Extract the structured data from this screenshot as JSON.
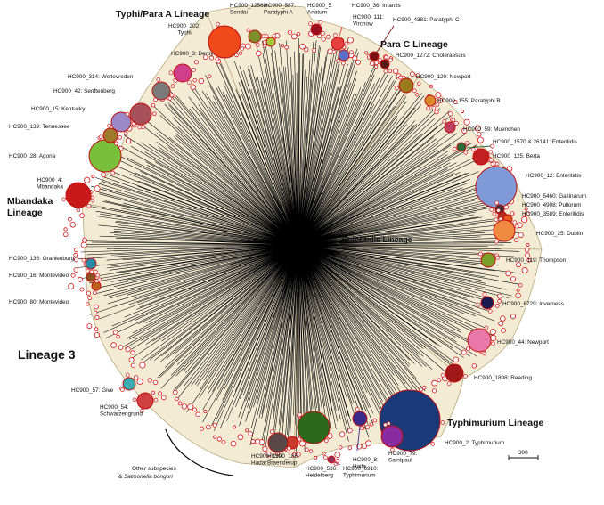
{
  "figure": {
    "scale_bar_label": "300",
    "outgroup_line1": "Other subspecies",
    "outgroup_line2_prefix": "& ",
    "outgroup_line2_italic": "Salmonella bongori"
  },
  "lineages": [
    {
      "id": "typhi",
      "label": "Typhi/Para A Lineage"
    },
    {
      "id": "parac",
      "label": "Para C Lineage"
    },
    {
      "id": "mbandaka1",
      "label": "Mbandaka"
    },
    {
      "id": "mbandaka2",
      "label": "Lineage"
    },
    {
      "id": "enteritidis",
      "label": "Enteritidis Lineage"
    },
    {
      "id": "lineage3",
      "label": "Lineage 3"
    },
    {
      "id": "typhimurium",
      "label": "Typhimurium Lineage"
    }
  ],
  "clusters": [
    {
      "id": "typhi",
      "lines": [
        "HC900_202:",
        "Typhi"
      ],
      "color": "#f04a1b"
    },
    {
      "id": "sendai",
      "lines": [
        "HC900_12563:",
        "Sendai"
      ],
      "color": "#7c8f2a"
    },
    {
      "id": "paratyphiA",
      "lines": [
        "HC900_587:",
        "Paratyphi A"
      ],
      "color": "#a8c63a"
    },
    {
      "id": "anatum",
      "lines": [
        "HC900_5:",
        "Anatum"
      ],
      "color": "#9a1020"
    },
    {
      "id": "infantis",
      "lines": [
        "HC900_36: Infantis"
      ],
      "color": "#e84040"
    },
    {
      "id": "virchow",
      "lines": [
        "HC900_111:",
        "Virchow"
      ],
      "color": "#5a6fc8"
    },
    {
      "id": "paratyphiC",
      "lines": [
        "HC900_4381: Paratyphi C"
      ],
      "color": "#7a1010"
    },
    {
      "id": "choleraesuis",
      "lines": [
        "HC900_1272: Choleraesuis"
      ],
      "color": "#5a1a1a"
    },
    {
      "id": "newport120",
      "lines": [
        "HC900_120: Newport"
      ],
      "color": "#9a7a1a"
    },
    {
      "id": "paratyphiB",
      "lines": [
        "HC900_155: Paratyphi B"
      ],
      "color": "#d98a2a"
    },
    {
      "id": "muenchen",
      "lines": [
        "HC900_59: Muenchen"
      ],
      "color": "#c04060"
    },
    {
      "id": "enteritidis1570",
      "lines": [
        "HC900_1570 & 26141: Enteritidis"
      ],
      "color": "#2a6a3a"
    },
    {
      "id": "berta",
      "lines": [
        "HC900_125: Berta"
      ],
      "color": "#c02020"
    },
    {
      "id": "enteritidis12",
      "lines": [
        "HC900_12: Enteritidis"
      ],
      "color": "#7f9ad6"
    },
    {
      "id": "gallinarum",
      "lines": [
        "HC900_5460: Gallinarum"
      ],
      "color": "#3a3a3a"
    },
    {
      "id": "pullorum",
      "lines": [
        "HC900_4908: Pullorum"
      ],
      "color": "#b03020"
    },
    {
      "id": "enteritidis3589",
      "lines": [
        "HC900_3589: Enteritidis"
      ],
      "color": "#e85a20"
    },
    {
      "id": "dublin",
      "lines": [
        "HC900_25: Dublin"
      ],
      "color": "#f08a40"
    },
    {
      "id": "thompson",
      "lines": [
        "HC900_119: Thompson"
      ],
      "color": "#7aa02a"
    },
    {
      "id": "inverness",
      "lines": [
        "HC900_6729: Inverness"
      ],
      "color": "#1a1a50"
    },
    {
      "id": "newport44",
      "lines": [
        "HC900_44: Newport"
      ],
      "color": "#e878a8"
    },
    {
      "id": "reading",
      "lines": [
        "HC900_1898: Reading"
      ],
      "color": "#a01818"
    },
    {
      "id": "typhimurium2",
      "lines": [
        "HC900_2: Typhimurium"
      ],
      "color": "#1a3a7a"
    },
    {
      "id": "saintpaul",
      "lines": [
        "HC900_79:",
        "Saintpaul"
      ],
      "color": "#8a2aa0"
    },
    {
      "id": "haifa",
      "lines": [
        "HC900_8:",
        "Haifa"
      ],
      "color": "#3a2a8a"
    },
    {
      "id": "typhimurium6910",
      "lines": [
        "HC900_6910:",
        "Typhimurium"
      ],
      "color": "#9a3060"
    },
    {
      "id": "heidelberg",
      "lines": [
        "HC900_536:",
        "Heidelberg"
      ],
      "color": "#2a6a1a"
    },
    {
      "id": "braenderup",
      "lines": [
        "HC900_185:",
        "Braenderup"
      ],
      "color": "#c83a2a"
    },
    {
      "id": "hadar",
      "lines": [
        "HC900_159:",
        "Hadar"
      ],
      "color": "#5a4848"
    },
    {
      "id": "schwarzengrund",
      "lines": [
        "HC900_54:",
        "Schwarzengrund"
      ],
      "color": "#d04040"
    },
    {
      "id": "give",
      "lines": [
        "HC900_57: Give"
      ],
      "color": "#3aaab0"
    },
    {
      "id": "montevideo80",
      "lines": [
        "HC900_80: Montevideo"
      ],
      "color": "#c06020"
    },
    {
      "id": "montevideo16",
      "lines": [
        "HC900_16: Montevideo"
      ],
      "color": "#8a5020"
    },
    {
      "id": "oranienburg",
      "lines": [
        "HC900_136: Oranienburg"
      ],
      "color": "#2a8aa8"
    },
    {
      "id": "mbandaka4",
      "lines": [
        "HC900_4:",
        "Mbandaka"
      ],
      "color": "#c81818"
    },
    {
      "id": "agona",
      "lines": [
        "HC900_28: Agona"
      ],
      "color": "#7abf3a"
    },
    {
      "id": "tennessee",
      "lines": [
        "HC900_139: Tennessee"
      ],
      "color": "#a07a2a"
    },
    {
      "id": "kentucky",
      "lines": [
        "HC900_15: Kentucky"
      ],
      "color": "#9a88c8"
    },
    {
      "id": "senftenberg",
      "lines": [
        "HC900_42: Senftenberg"
      ],
      "color": "#a8505a"
    },
    {
      "id": "weltevreden",
      "lines": [
        "HC900_314: Weltevreden"
      ],
      "color": "#7a7a7a"
    },
    {
      "id": "derby",
      "lines": [
        "HC900_3: Derby"
      ],
      "color": "#d0408a"
    }
  ],
  "colors": {
    "background_band": "#f4ebd5",
    "band_edge": "#b8a87a",
    "branch": "#000000",
    "node_outline": "#d01818"
  }
}
